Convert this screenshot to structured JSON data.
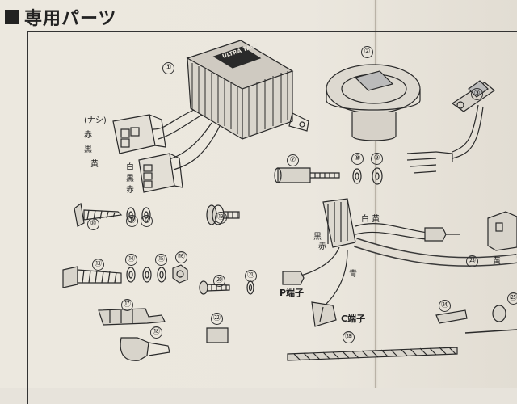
{
  "heading": {
    "title": "専用パーツ"
  },
  "part_numbers": [
    "①",
    "②",
    "③",
    "⑦",
    "⑧",
    "⑨",
    "⑩",
    "⑪",
    "⑫",
    "⑬",
    "⑭",
    "⑮",
    "⑯",
    "⑰",
    "⑱",
    "⑲",
    "⑳",
    "㉑",
    "㉒",
    "㉓",
    "㉔",
    "㉕",
    "㉘"
  ],
  "labels": {
    "nashi": "(ナシ)",
    "aka1": "赤",
    "kuro1": "黒",
    "ki1": "黄",
    "shiro2": "白",
    "kuro2": "黒",
    "aka2": "赤",
    "kuro3": "黒",
    "aka3": "赤",
    "shiro_ki": "白 黄",
    "ao": "青",
    "p_tanshi": "P端子",
    "c_tanshi": "C端子",
    "ki2": "黄"
  },
  "unit_text": "ULTRA TAVE"
}
